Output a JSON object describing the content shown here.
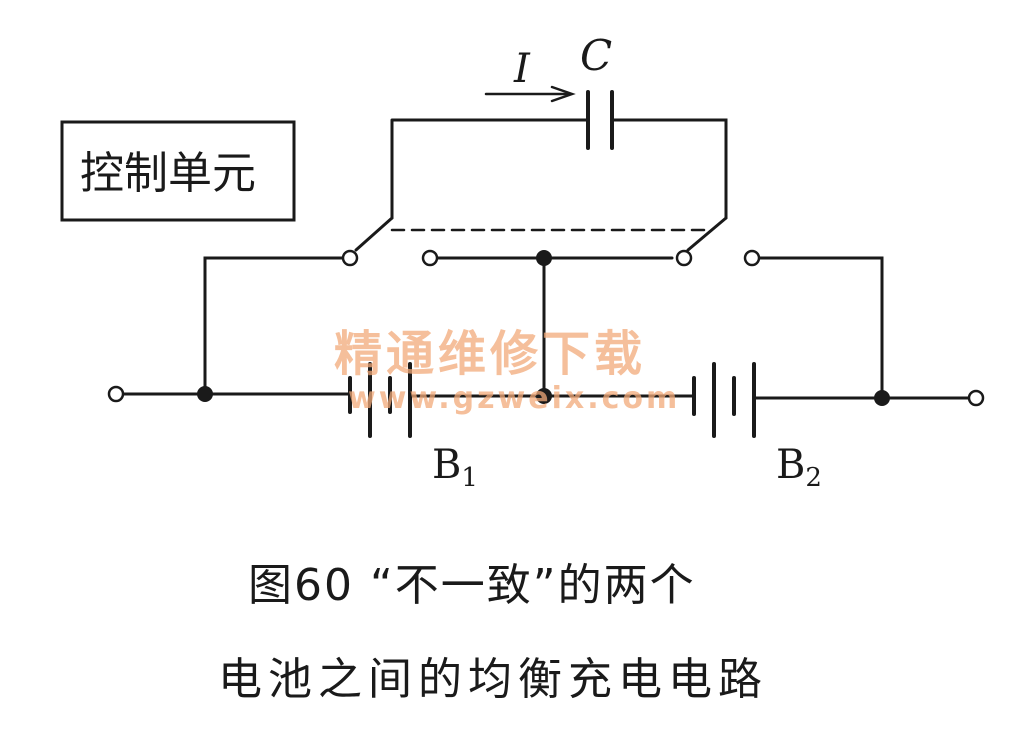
{
  "diagram": {
    "control_unit_label": "控制单元",
    "current_label": "I",
    "capacitor_label": "C",
    "battery1_label": "B",
    "battery1_subscript": "1",
    "battery2_label": "B",
    "battery2_subscript": "2"
  },
  "watermark": {
    "title": "精通维修下载",
    "url": "www.gzweix.com",
    "color": "#f2a97a"
  },
  "caption": {
    "line1": "图60 “不一致”的两个",
    "line2": "电池之间的均衡充电电路"
  }
}
